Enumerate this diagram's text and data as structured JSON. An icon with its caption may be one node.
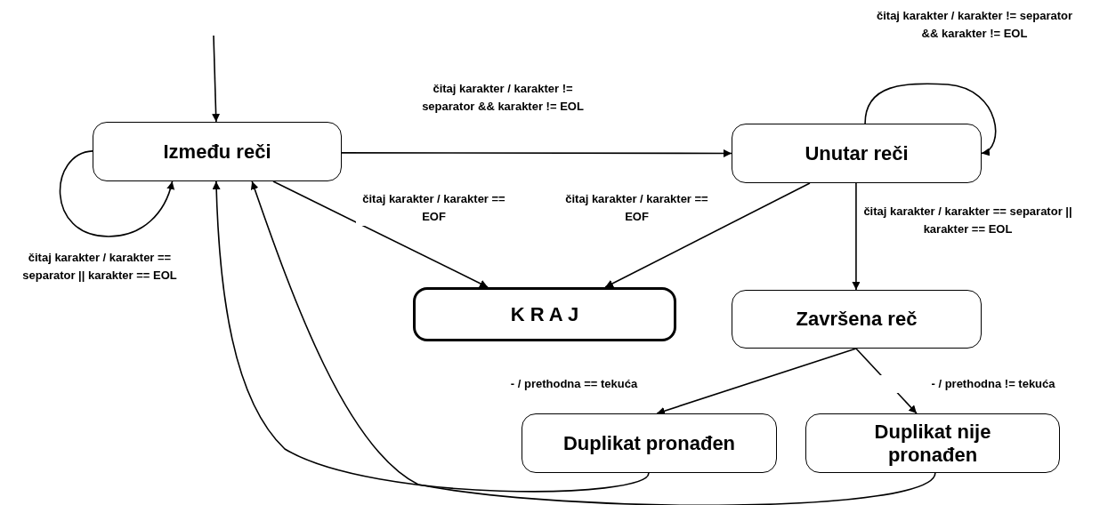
{
  "diagram": {
    "nodes": [
      {
        "text": [
          "Između reči"
        ]
      },
      {
        "text": [
          "Unutar reči"
        ]
      },
      {
        "text": [
          "K R A J"
        ]
      },
      {
        "text": [
          "Završena reč"
        ]
      },
      {
        "text": [
          "Duplikat pronađen"
        ]
      },
      {
        "text": [
          "Duplikat nije pronađen"
        ]
      }
    ],
    "edges": [
      {
        "from": null,
        "to": 0,
        "arrow": "to"
      },
      {
        "from": 0,
        "to": 0,
        "arrow": "to",
        "label": "čitaj karakter / karakter == separator || karakter == EOL"
      },
      {
        "from": 0,
        "to": 1,
        "arrow": "to",
        "label": "čitaj karakter / karakter != separator && karakter != EOL"
      },
      {
        "from": 0,
        "to": 2,
        "arrow": "to",
        "label": "čitaj karakter / karakter == EOF"
      },
      {
        "from": 1,
        "to": 2,
        "arrow": "to",
        "label": "čitaj karakter / karakter == EOF"
      },
      {
        "from": 1,
        "to": 1,
        "arrow": "to",
        "label": "čitaj karakter / karakter != separator && karakter != EOL"
      },
      {
        "from": 1,
        "to": 3,
        "arrow": "to",
        "label": "čitaj karakter / karakter == separator || karakter == EOL"
      },
      {
        "from": 3,
        "to": 4,
        "arrow": "to",
        "label": "- / prethodna == tekuća"
      },
      {
        "from": 3,
        "to": 5,
        "arrow": "to",
        "label": "- / prethodna != tekuća"
      },
      {
        "from": 4,
        "to": 0,
        "arrow": "to"
      },
      {
        "from": 5,
        "to": 0,
        "arrow": "to"
      }
    ]
  }
}
